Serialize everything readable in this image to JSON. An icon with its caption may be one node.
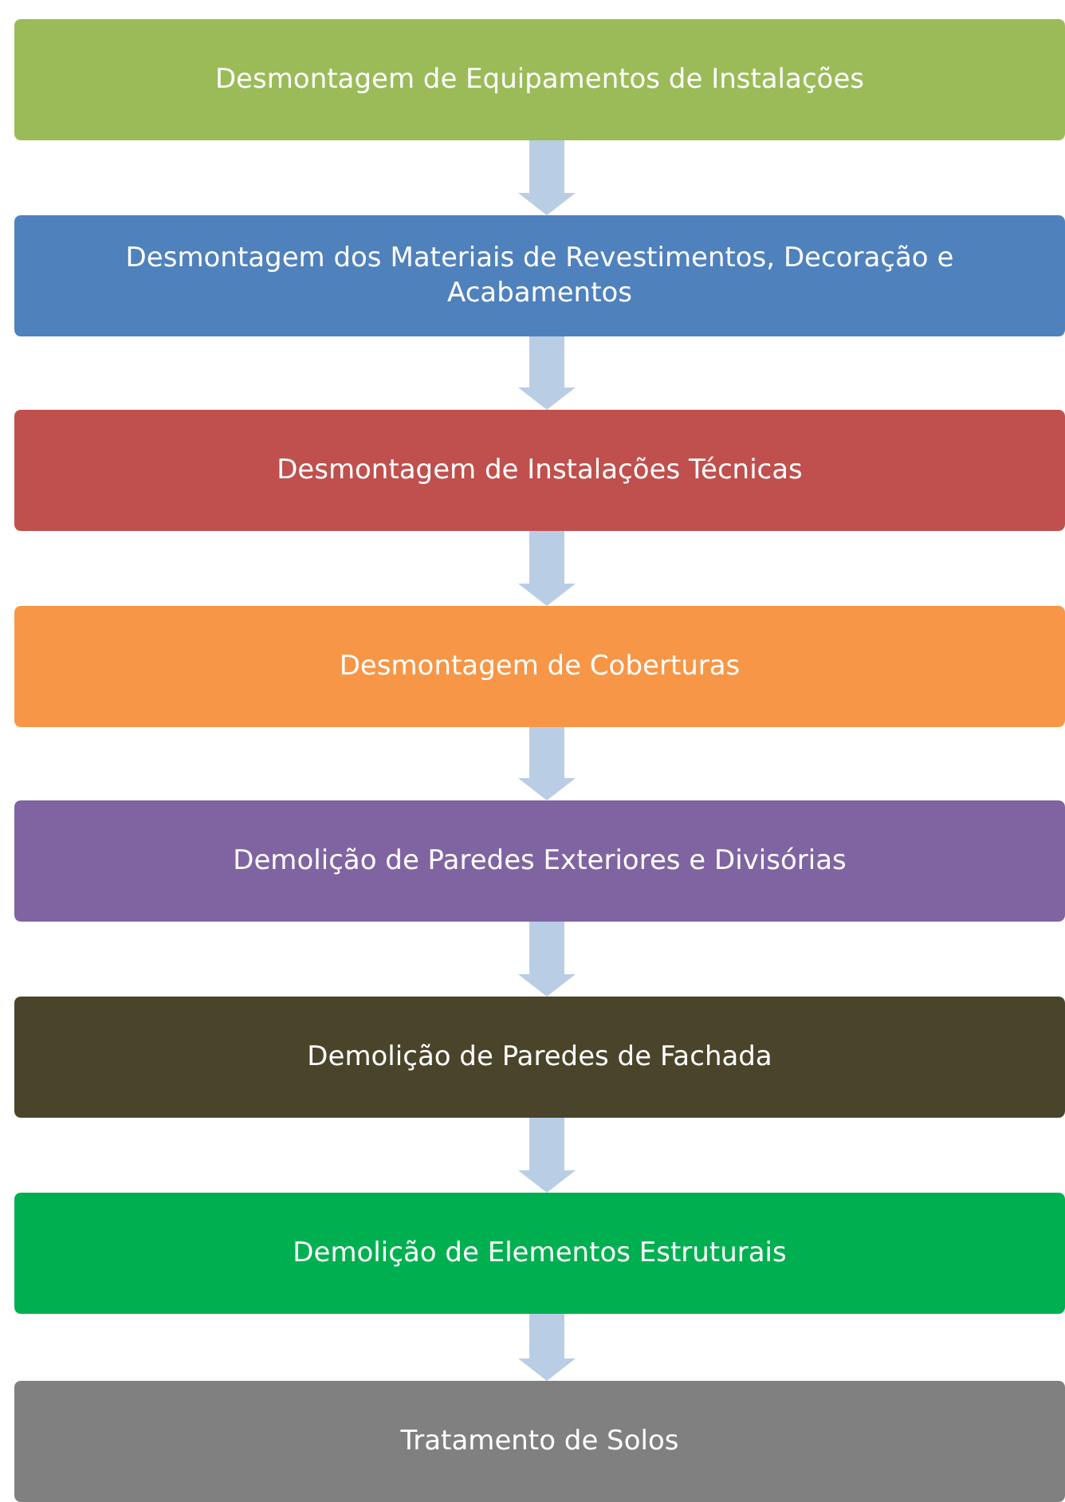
{
  "diagram": {
    "nodes": [
      {
        "text": [
          "Desmontagem de Equipamentos de Instalações"
        ]
      },
      {
        "text": [
          "Desmontagem dos Materiais de Revestimentos, Decoração e Acabamentos"
        ]
      },
      {
        "text": [
          "Desmontagem de Instalações Técnicas"
        ]
      },
      {
        "text": [
          "Desmontagem de Coberturas"
        ]
      },
      {
        "text": [
          "Demolição de Paredes Exteriores e Divisórias"
        ]
      },
      {
        "text": [
          "Demolição de Paredes de Fachada"
        ]
      },
      {
        "text": [
          "Demolição de Elementos Estruturais"
        ]
      },
      {
        "text": [
          "Tratamento de Solos"
        ]
      }
    ],
    "edges": [
      {
        "from": 0,
        "to": 1,
        "arrow": "to"
      },
      {
        "from": 1,
        "to": 2,
        "arrow": "to"
      },
      {
        "from": 2,
        "to": 3,
        "arrow": "to"
      },
      {
        "from": 3,
        "to": 4,
        "arrow": "to"
      },
      {
        "from": 4,
        "to": 5,
        "arrow": "to"
      },
      {
        "from": 5,
        "to": 6,
        "arrow": "to"
      },
      {
        "from": 6,
        "to": 7,
        "arrow": "to"
      }
    ]
  }
}
